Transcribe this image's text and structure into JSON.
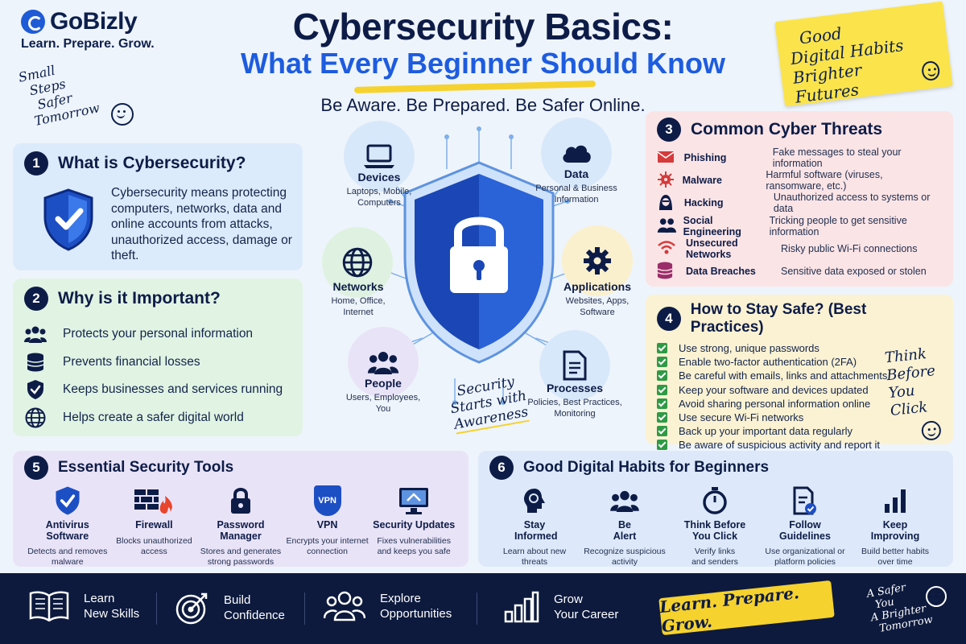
{
  "brand": {
    "name": "GoBizly",
    "tagline": "Learn. Prepare. Grow."
  },
  "header": {
    "title": "Cybersecurity Basics:",
    "title_highlight": "What Every Beginner Should Know",
    "subtitle": "Be Aware. Be Prepared. Be Safer Online."
  },
  "notes": {
    "small_steps": [
      "Small",
      "Steps",
      "Safer",
      "Tomorrow"
    ],
    "good_habits": [
      "Good",
      "Digital Habits",
      "Brighter Futures"
    ],
    "think": [
      "Think",
      "Before",
      "You Click"
    ],
    "security_starts": [
      "Security",
      "Starts with",
      "Awareness"
    ],
    "footer_note": [
      "A Safer",
      "You",
      "A Brighter",
      "Tomorrow"
    ]
  },
  "section1": {
    "number": "1",
    "title": "What is Cybersecurity?",
    "text": "Cybersecurity means protecting computers, networks, data and online accounts from attacks, unauthorized access, damage or theft."
  },
  "section2": {
    "number": "2",
    "title": "Why is it Important?",
    "items": [
      {
        "icon": "people-icon",
        "text": "Protects your personal information"
      },
      {
        "icon": "database-icon",
        "text": "Prevents financial losses"
      },
      {
        "icon": "shield-check-icon",
        "text": "Keeps businesses and services running"
      },
      {
        "icon": "globe-icon",
        "text": "Helps create a safer digital world"
      }
    ]
  },
  "center": {
    "nodes": [
      {
        "name": "Devices",
        "desc": "Laptops, Mobile, Computers",
        "icon": "laptop-icon"
      },
      {
        "name": "Data",
        "desc": "Personal & Business Information",
        "icon": "cloud-icon"
      },
      {
        "name": "Networks",
        "desc": "Home, Office, Internet",
        "icon": "globe-icon"
      },
      {
        "name": "Applications",
        "desc": "Websites, Apps, Software",
        "icon": "gear-icon"
      },
      {
        "name": "People",
        "desc": "Users, Employees, You",
        "icon": "people-icon"
      },
      {
        "name": "Processes",
        "desc": "Policies, Best Practices, Monitoring",
        "icon": "document-icon"
      }
    ]
  },
  "section3": {
    "number": "3",
    "title": "Common Cyber Threats",
    "threats": [
      {
        "name": "Phishing",
        "desc": "Fake messages to steal your information",
        "icon": "mail-icon",
        "color": "#d63a3a"
      },
      {
        "name": "Malware",
        "desc": "Harmful software (viruses, ransomware, etc.)",
        "icon": "virus-icon",
        "color": "#d63a3a"
      },
      {
        "name": "Hacking",
        "desc": "Unauthorized access to systems or data",
        "icon": "hacker-icon",
        "color": "#0d1c47"
      },
      {
        "name": "Social Engineering",
        "desc": "Tricking people to get sensitive information",
        "icon": "people-icon",
        "color": "#0d1c47"
      },
      {
        "name": "Unsecured Networks",
        "desc": "Risky public Wi-Fi connections",
        "icon": "wifi-icon",
        "color": "#d63a3a"
      },
      {
        "name": "Data Breaches",
        "desc": "Sensitive data exposed or stolen",
        "icon": "database-icon",
        "color": "#9b2d6a"
      }
    ]
  },
  "section4": {
    "number": "4",
    "title": "How to Stay Safe? (Best Practices)",
    "items": [
      "Use strong, unique passwords",
      "Enable two-factor authentication (2FA)",
      "Be careful with emails, links and attachments",
      "Keep your software and devices updated",
      "Avoid sharing personal information online",
      "Use secure Wi-Fi networks",
      "Back up your important data regularly",
      "Be aware of suspicious activity and report it"
    ]
  },
  "section5": {
    "number": "5",
    "title": "Essential Security Tools",
    "tools": [
      {
        "name": "Antivirus Software",
        "desc": "Detects and removes malware",
        "icon": "shield-check-icon"
      },
      {
        "name": "Firewall",
        "desc": "Blocks unauthorized access",
        "icon": "firewall-icon"
      },
      {
        "name": "Password Manager",
        "desc": "Stores and generates strong passwords",
        "icon": "lock-icon"
      },
      {
        "name": "VPN",
        "desc": "Encrypts your internet connection",
        "icon": "vpn-icon",
        "badge": "VPN"
      },
      {
        "name": "Security Updates",
        "desc": "Fixes vulnerabilities and keeps you safe",
        "icon": "monitor-icon"
      }
    ]
  },
  "section6": {
    "number": "6",
    "title": "Good Digital Habits for Beginners",
    "habits": [
      {
        "name": "Stay Informed",
        "desc": "Learn about new threats",
        "icon": "brain-icon"
      },
      {
        "name": "Be Alert",
        "desc": "Recognize suspicious activity",
        "icon": "people-icon"
      },
      {
        "name": "Think Before You Click",
        "desc": "Verify links and senders",
        "icon": "stopwatch-icon"
      },
      {
        "name": "Follow Guidelines",
        "desc": "Use organizational or platform policies",
        "icon": "document-check-icon"
      },
      {
        "name": "Keep Improving",
        "desc": "Build better habits over time",
        "icon": "bar-chart-icon"
      }
    ]
  },
  "footer": {
    "items": [
      {
        "l1": "Learn",
        "l2": "New Skills",
        "icon": "book-icon"
      },
      {
        "l1": "Build",
        "l2": "Confidence",
        "icon": "target-icon"
      },
      {
        "l1": "Explore",
        "l2": "Opportunities",
        "icon": "people-icon"
      },
      {
        "l1": "Grow",
        "l2": "Your Career",
        "icon": "bar-chart-icon"
      }
    ],
    "sticky": "Learn. Prepare. Grow."
  },
  "colors": {
    "navy": "#0d1c47",
    "blue": "#1d5ce0",
    "yellow": "#f6d22e",
    "green": "#2f9a45",
    "red": "#d63a3a"
  }
}
